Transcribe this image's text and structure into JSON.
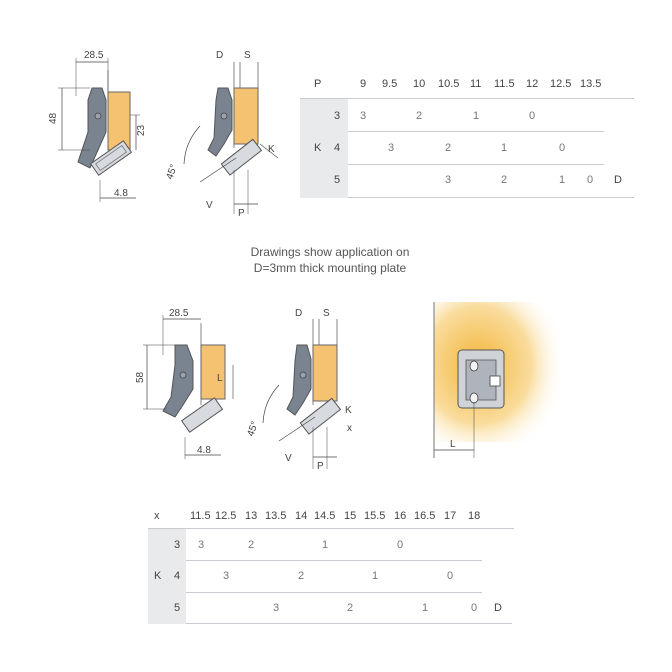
{
  "diagrams": {
    "top_left": {
      "width_label": "28.5",
      "height_label": "48",
      "inner_label": "23",
      "bottom_label": "4.8"
    },
    "top_right": {
      "d_label": "D",
      "s_label": "S",
      "k_label": "K",
      "angle_label": "45°",
      "v_label": "V",
      "p_label": "P"
    },
    "bottom_left": {
      "width_label": "28.5",
      "height_label": "58",
      "l_label": "L",
      "bottom_label": "4.8"
    },
    "bottom_right": {
      "d_label": "D",
      "s_label": "S",
      "k_label": "K",
      "x_label": "x",
      "angle_label": "45°",
      "v_label": "V",
      "p_label": "P"
    },
    "plate": {
      "l_label": "L"
    }
  },
  "note": {
    "line1": "Drawings show application on",
    "line2": "D=3mm thick mounting plate"
  },
  "table1": {
    "corner_label": "P",
    "columns": [
      "9",
      "9.5",
      "10",
      "10.5",
      "11",
      "11.5",
      "12",
      "12.5",
      "13.5"
    ],
    "row_axis_label": "K",
    "rows": [
      {
        "k": "3",
        "values": [
          "3",
          "",
          "2",
          "",
          "1",
          "",
          "0",
          "",
          ""
        ]
      },
      {
        "k": "4",
        "values": [
          "",
          "3",
          "",
          "2",
          "",
          "1",
          "",
          "0",
          ""
        ]
      },
      {
        "k": "5",
        "values": [
          "",
          "",
          "",
          "3",
          "",
          "2",
          "",
          "1",
          "0"
        ]
      }
    ],
    "end_label": "D"
  },
  "table2": {
    "corner_label": "x",
    "columns": [
      "11.5",
      "12.5",
      "13",
      "13.5",
      "14",
      "14.5",
      "15",
      "15.5",
      "16",
      "16.5",
      "17",
      "18"
    ],
    "row_axis_label": "K",
    "rows": [
      {
        "k": "3",
        "values": [
          "3",
          "",
          "2",
          "",
          "",
          "1",
          "",
          "",
          "0",
          "",
          "",
          ""
        ]
      },
      {
        "k": "4",
        "values": [
          "",
          "3",
          "",
          "",
          "2",
          "",
          "",
          "1",
          "",
          "",
          "0",
          ""
        ]
      },
      {
        "k": "5",
        "values": [
          "",
          "",
          "",
          "3",
          "",
          "",
          "2",
          "",
          "",
          "1",
          "",
          "0"
        ]
      }
    ],
    "end_label": "D"
  }
}
